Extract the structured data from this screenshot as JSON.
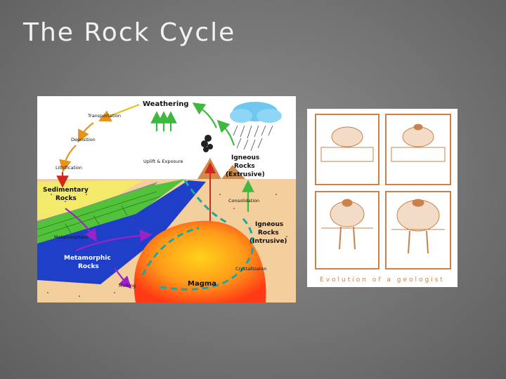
{
  "slide": {
    "title": "The Rock Cycle"
  },
  "diagram": {
    "labels": {
      "weathering": "Weathering",
      "transportation": "Transportation",
      "deposition": "Deposition",
      "lithification": "Lithification",
      "sedimentary_1": "Sedimentary",
      "sedimentary_2": "Rocks",
      "uplift": "Uplift & Exposure",
      "igneous_ext_1": "Igneous",
      "igneous_ext_2": "Rocks",
      "igneous_ext_3": "(Extrusive)",
      "consolidation": "Consolidation",
      "metamorphism": "Metamorphism",
      "igneous_int_1": "Igneous",
      "igneous_int_2": "Rocks",
      "igneous_int_3": "(Intrusive)",
      "metamorphic_1": "Metamorphic",
      "metamorphic_2": "Rocks",
      "crystallization": "Crystallizaton",
      "melting": "Melting",
      "magma": "Magma"
    },
    "colors": {
      "sky": "#ffffff",
      "sand": "#f2cf9c",
      "sediment": "#f3ea6a",
      "grass": "#52c23a",
      "metamorphic": "#1f3fc9",
      "magma_core": "#ffd21a",
      "magma_edge": "#ff4a1a"
    }
  },
  "cartoon": {
    "caption": "Evolution of a geologist",
    "color": "#c9834a"
  }
}
